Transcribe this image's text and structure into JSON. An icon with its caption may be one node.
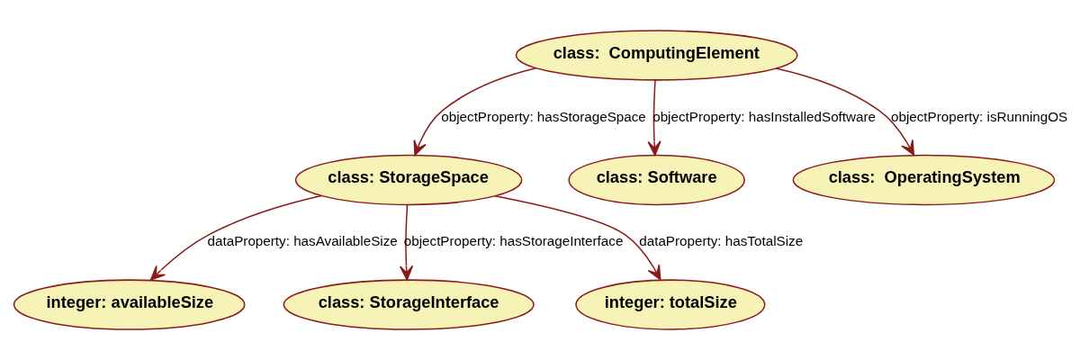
{
  "diagram": {
    "nodes": [
      {
        "text": [
          "class:  ComputingElement"
        ]
      },
      {
        "text": [
          "class: StorageSpace"
        ]
      },
      {
        "text": [
          "class: Software"
        ]
      },
      {
        "text": [
          "class:  OperatingSystem"
        ]
      },
      {
        "text": [
          "integer: availableSize"
        ]
      },
      {
        "text": [
          "class: StorageInterface"
        ]
      },
      {
        "text": [
          "integer: totalSize"
        ]
      }
    ],
    "edges": [
      {
        "from": 0,
        "to": 1,
        "arrow": "to",
        "label": "objectProperty: hasStorageSpace"
      },
      {
        "from": 0,
        "to": 2,
        "arrow": "to",
        "label": "objectProperty: hasInstalledSoftware"
      },
      {
        "from": 0,
        "to": 3,
        "arrow": "to",
        "label": "objectProperty: isRunningOS"
      },
      {
        "from": 1,
        "to": 4,
        "arrow": "to",
        "label": "dataProperty: hasAvailableSize"
      },
      {
        "from": 1,
        "to": 5,
        "arrow": "to",
        "label": "objectProperty: hasStorageInterface"
      },
      {
        "from": 1,
        "to": 6,
        "arrow": "to",
        "label": "dataProperty: hasTotalSize"
      }
    ]
  }
}
